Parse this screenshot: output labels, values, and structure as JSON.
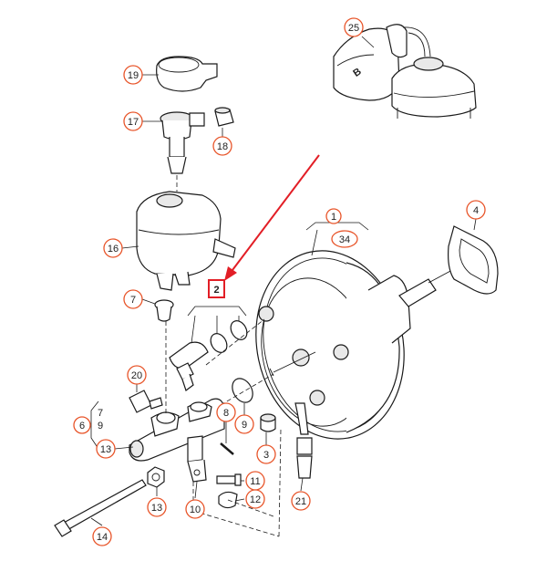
{
  "colors": {
    "callout_circle": "#e8552a",
    "highlight_box": "#e21e26",
    "arrow": "#e21e26",
    "line": "#1a1a1a"
  },
  "callouts": [
    {
      "id": "c25",
      "label": "25"
    },
    {
      "id": "c19",
      "label": "19"
    },
    {
      "id": "c17",
      "label": "17"
    },
    {
      "id": "c18",
      "label": "18"
    },
    {
      "id": "c16",
      "label": "16"
    },
    {
      "id": "c7a",
      "label": "7"
    },
    {
      "id": "c1",
      "label": "1"
    },
    {
      "id": "c4",
      "label": "4"
    },
    {
      "id": "c20",
      "label": "20"
    },
    {
      "id": "c6",
      "label": "6"
    },
    {
      "id": "c13a",
      "label": "13"
    },
    {
      "id": "c9",
      "label": "9"
    },
    {
      "id": "c8",
      "label": "8"
    },
    {
      "id": "c3",
      "label": "3"
    },
    {
      "id": "c11",
      "label": "11"
    },
    {
      "id": "c12",
      "label": "12"
    },
    {
      "id": "c10",
      "label": "10"
    },
    {
      "id": "c13b",
      "label": "13"
    },
    {
      "id": "c21",
      "label": "21"
    },
    {
      "id": "c14",
      "label": "14"
    }
  ],
  "group_labels": {
    "g1_sub": "34",
    "g6_top": "7",
    "g6_mid": "9"
  },
  "highlight": {
    "label": "2"
  },
  "reservoir_letter": "B"
}
